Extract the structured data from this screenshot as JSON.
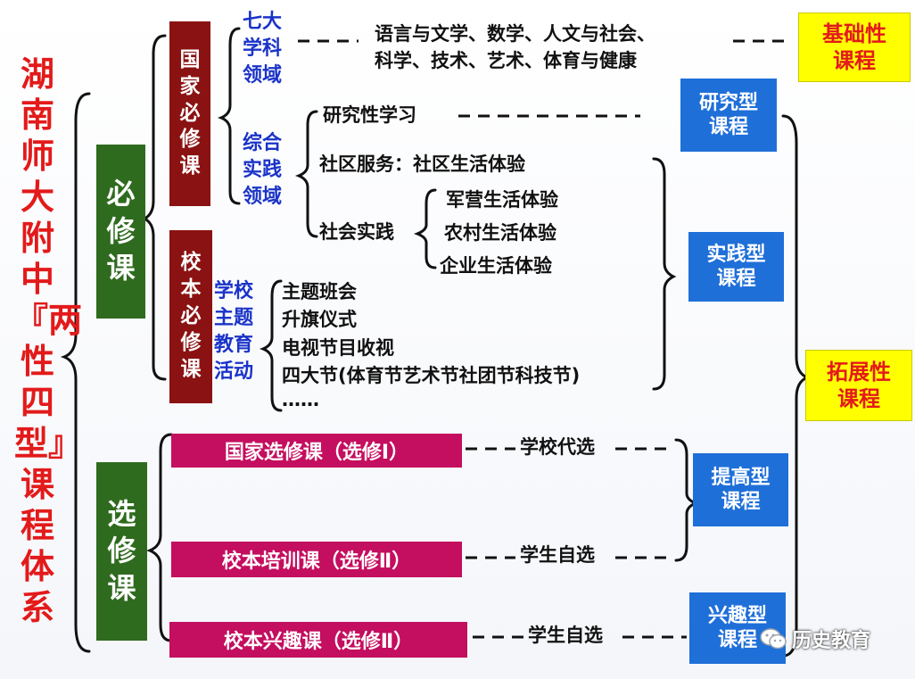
{
  "colors": {
    "title": "#e31a1a",
    "green": "#2f6b1e",
    "maroon": "#8b1212",
    "magenta": "#c40e5f",
    "blue": "#1f6fd8",
    "yellow": "#ffff00",
    "bluetext": "#1a33c8"
  },
  "title": "湖南师大附中『两性四型』课程体系",
  "compulsory": {
    "label": "必\n修\n课"
  },
  "elective": {
    "label": "选\n修\n课"
  },
  "national_required": {
    "label": "国\n家\n必\n修\n课"
  },
  "school_required": {
    "label": "校\n本\n必\n修\n课"
  },
  "seven_domains": {
    "label": "七大\n学科\n领域",
    "line1": "语言与文学、数学、人文与社会、",
    "line2": "科学、技术、艺术、体育与健康"
  },
  "integrated": {
    "label": "综合\n实践\n领域"
  },
  "research_study": "研究性学习",
  "community_service": "社区服务：社区生活体验",
  "social_practice": {
    "label": "社会实践",
    "items": [
      "军营生活体验",
      "农村生活体验",
      "企业生活体验"
    ]
  },
  "theme_edu": {
    "label": "学校\n主题\n教育\n活动",
    "items": [
      "主题班会",
      "升旗仪式",
      "电视节目收视",
      "四大节(体育节艺术节社团节科技节)",
      "……"
    ]
  },
  "electives": [
    {
      "label": "国家选修课（选修Ⅰ）",
      "selector": "学校代选"
    },
    {
      "label": "校本培训课（选修Ⅱ）",
      "selector": "学生自选"
    },
    {
      "label": "校本兴趣课（选修Ⅱ）",
      "selector": "学生自选"
    }
  ],
  "types": {
    "research": "研究型\n课程",
    "practice": "实践型\n课程",
    "improve": "提高型\n课程",
    "interest": "兴趣型\n课程"
  },
  "natures": {
    "basic": "基础性\n课程",
    "expand": "拓展性\n课程"
  },
  "watermark": {
    "text": "历史教育"
  }
}
